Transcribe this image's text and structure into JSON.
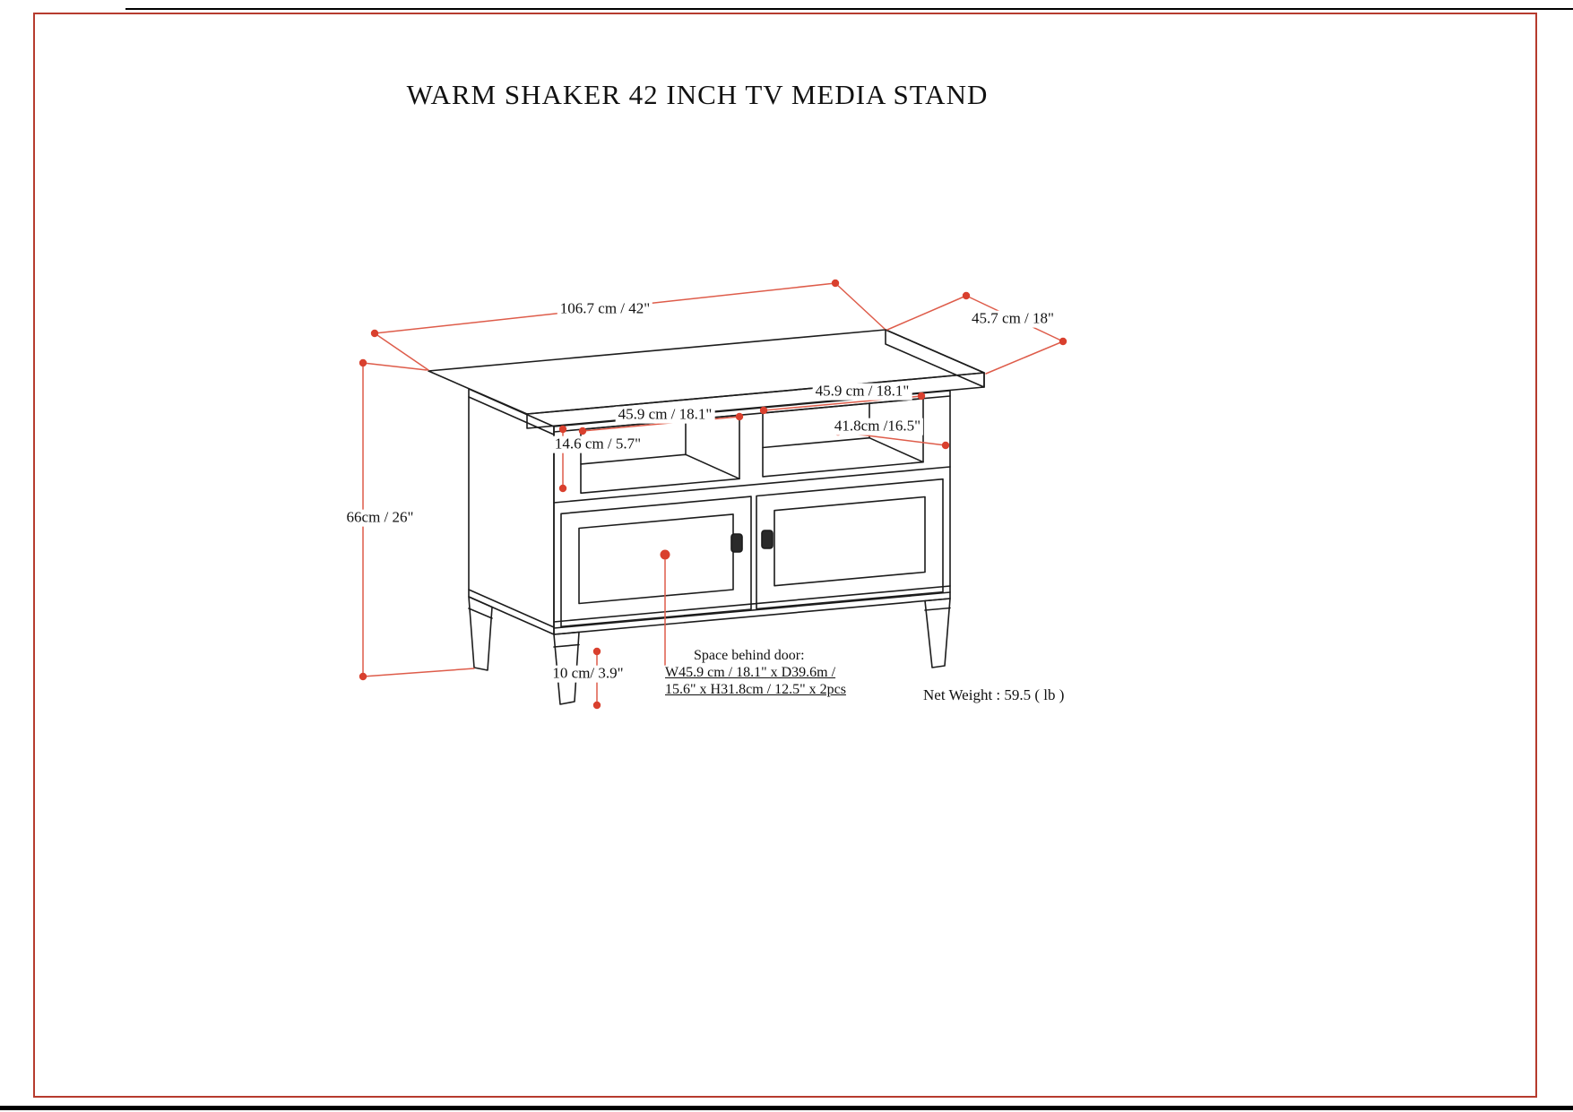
{
  "title": "WARM SHAKER 42 INCH TV MEDIA STAND",
  "dimension_labels": {
    "top_width": "106.7 cm / 42\"",
    "top_depth": "45.7 cm / 18\"",
    "overall_height": "66cm / 26\"",
    "left_shelf_width": "45.9 cm / 18.1\"",
    "right_shelf_width": "45.9 cm / 18.1\"",
    "shelf_depth": "41.8cm /16.5\"",
    "shelf_opening_height": "14.6 cm / 5.7\"",
    "leg_height": "10 cm/ 3.9\""
  },
  "notes": {
    "space_behind_door_title": "Space behind door:",
    "space_behind_door_dims_line1": "W45.9 cm / 18.1\" x D39.6m /",
    "space_behind_door_dims_line2": "15.6\" x H31.8cm / 12.5\" x 2pcs",
    "net_weight": "Net Weight : 59.5 ( lb )"
  },
  "colors": {
    "dimension_line": "#de5c4a",
    "dimension_marker": "#d9402e",
    "drawing_outline": "#1c1c1c",
    "page_border": "#b63b2e"
  }
}
